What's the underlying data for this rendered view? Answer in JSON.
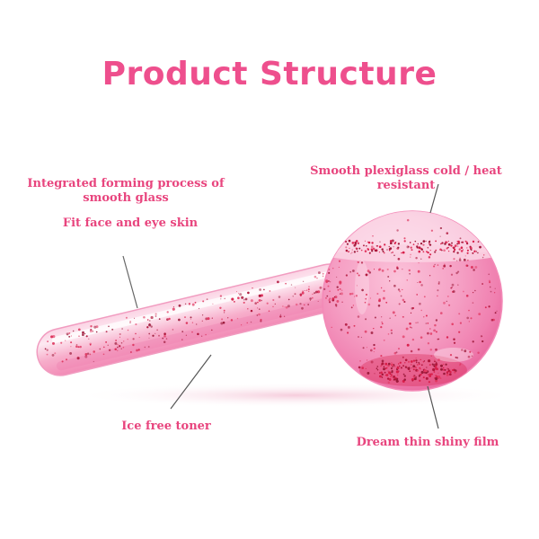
{
  "title": "Product Structure",
  "labels": {
    "integrated": "Integrated forming process of smooth glass",
    "fit": "Fit face and eye skin",
    "plexiglass": "Smooth plexiglass cold / heat resistant",
    "ice": "Ice free toner",
    "film": "Dream thin shiny film"
  },
  "colors": {
    "title": "#ee4f8d",
    "label": "#e8457e",
    "product_pink": "#f7a8cc",
    "glitter": "#d81f4a"
  }
}
